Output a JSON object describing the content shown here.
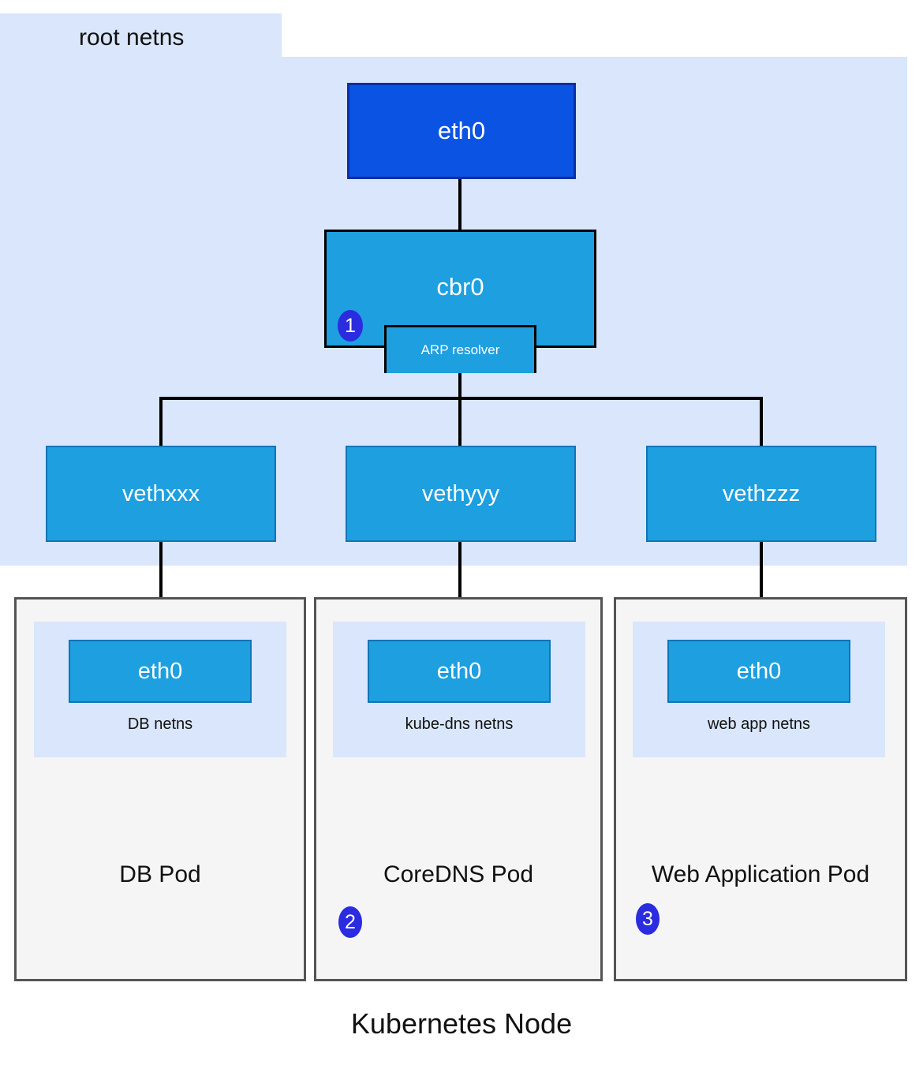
{
  "diagram": {
    "title": "Kubernetes Node",
    "root_netns_label": "root netns",
    "colors": {
      "netns_fill": "#d9e6fb",
      "eth0_root_fill": "#0b53e3",
      "bridge_fill": "#1d9fe0",
      "badge_fill": "#2b2be0",
      "pod_fill": "#f5f5f5",
      "pod_border": "#545454",
      "line": "#000000"
    }
  },
  "root_netns": {
    "eth0": {
      "label": "eth0"
    },
    "bridge": {
      "label": "cbr0",
      "badge": "1"
    },
    "arp_resolver": {
      "label": "ARP resolver"
    },
    "veths": [
      {
        "label": "vethxxx"
      },
      {
        "label": "vethyyy"
      },
      {
        "label": "vethzzz"
      }
    ]
  },
  "pods": [
    {
      "title": "DB Pod",
      "netns_label": "DB netns",
      "interface_label": "eth0",
      "badge": ""
    },
    {
      "title": "CoreDNS Pod",
      "netns_label": "kube-dns netns",
      "interface_label": "eth0",
      "badge": "2"
    },
    {
      "title": "Web Application Pod",
      "netns_label": "web app netns",
      "interface_label": "eth0",
      "badge": "3"
    }
  ]
}
